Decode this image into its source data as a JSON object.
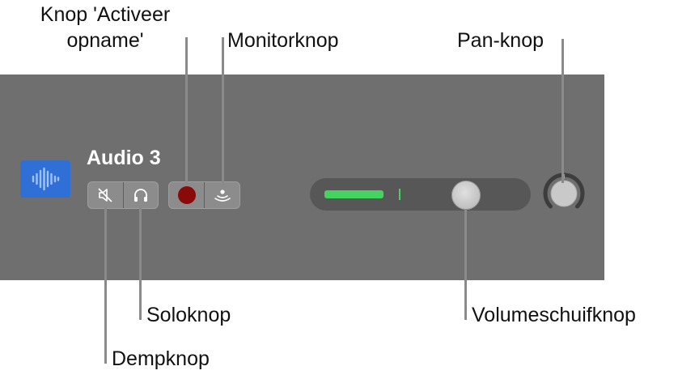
{
  "track": {
    "name": "Audio 3",
    "volume_level": 0.31
  },
  "callouts": {
    "record_enable_line1": "Knop 'Activeer",
    "record_enable_line2": "opname'",
    "monitor": "Monitorknop",
    "pan": "Pan-knop",
    "solo": "Soloknop",
    "volume": "Volumeschuifknop",
    "mute": "Dempknop"
  },
  "icons": {
    "track_type": "waveform-icon",
    "mute": "speaker-muted-icon",
    "solo": "headphones-icon",
    "record": "record-dot-icon",
    "monitor": "monitor-waves-icon"
  },
  "colors": {
    "panel": "#6f6f6f",
    "track_icon": "#2f6fd6",
    "record": "#8a0a0a",
    "volume_fill": "#45d35f",
    "pan_indicator": "#45d35f"
  }
}
